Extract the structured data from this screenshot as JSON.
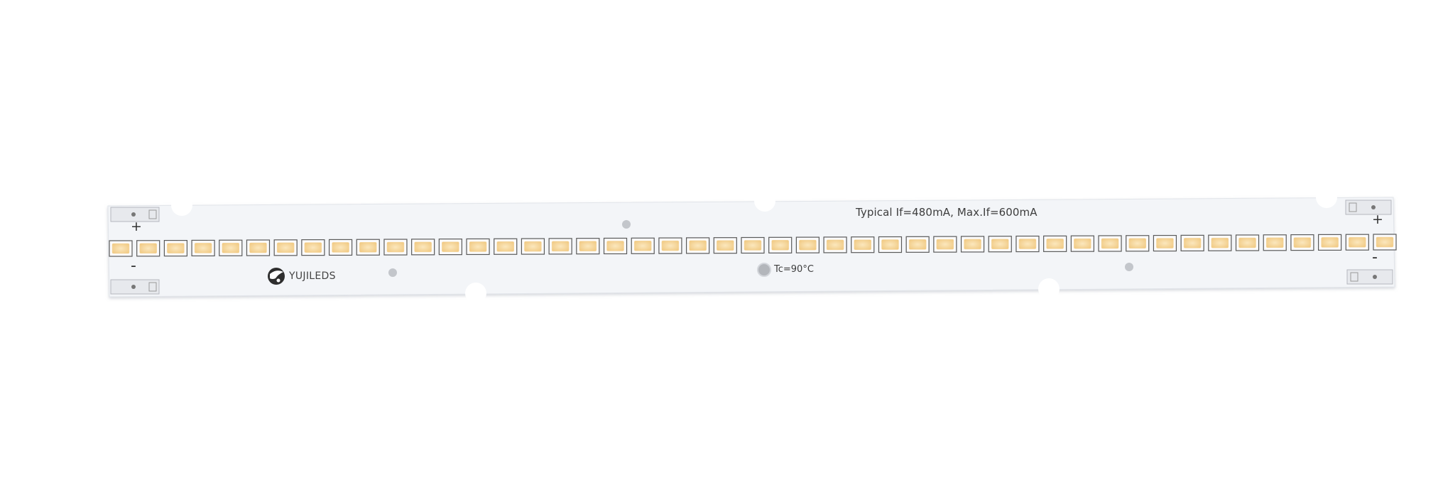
{
  "board": {
    "spec_text": "Typical If=480mA, Max.If=600mA",
    "tc_text": "Tc=90°C",
    "brand_text": "YUJILEDS",
    "polarity": {
      "top_left": "+",
      "bottom_left": "-",
      "top_right": "+",
      "bottom_right": "-"
    },
    "led_count": 47,
    "led_color": "#f6d9a4",
    "board_color": "#f3f5f8"
  }
}
